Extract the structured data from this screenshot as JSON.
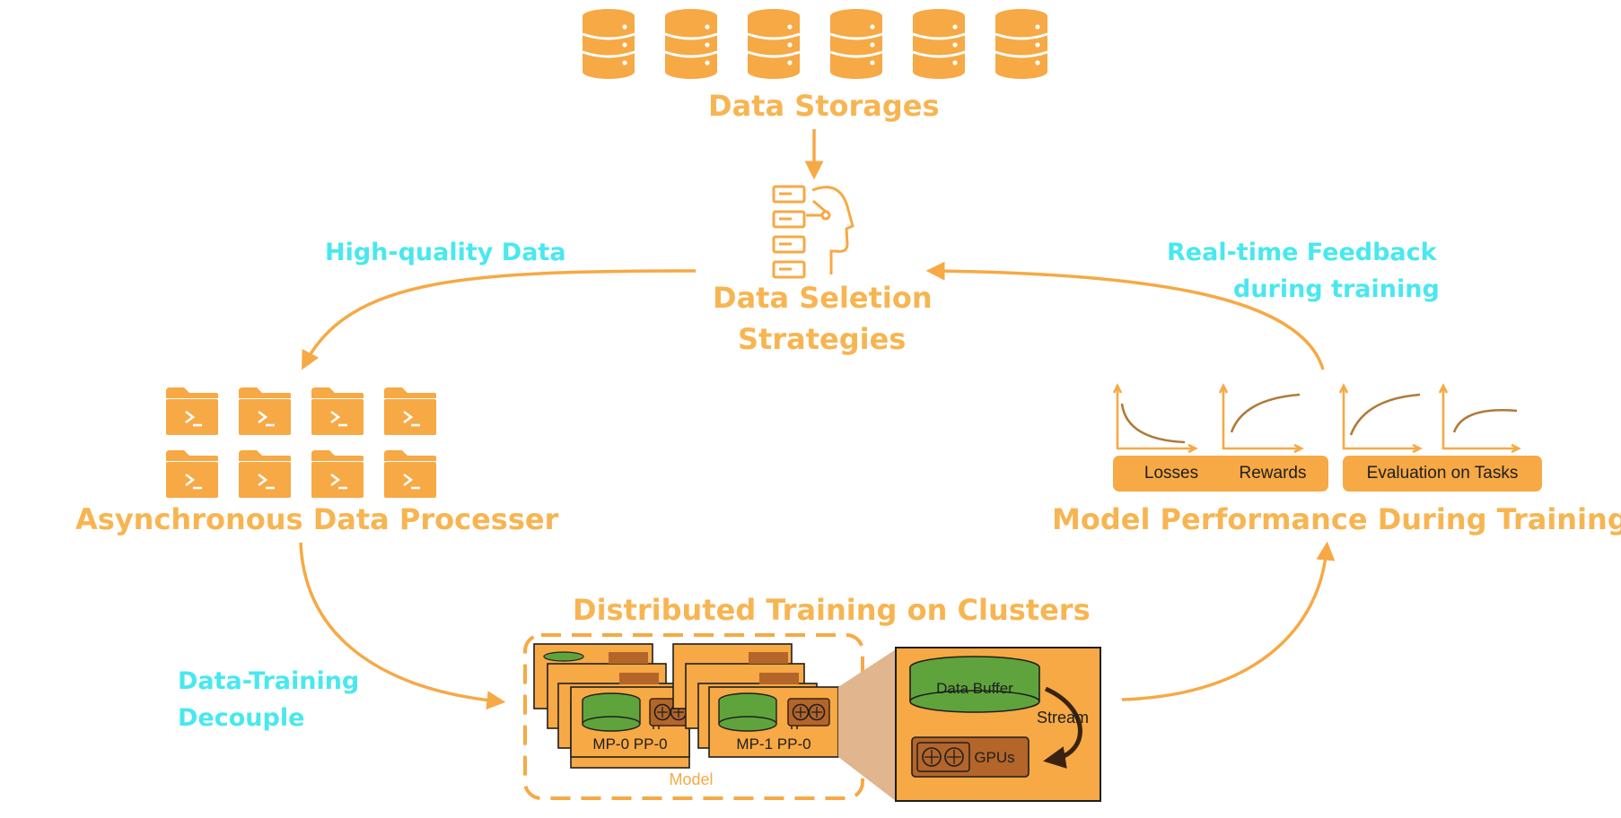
{
  "title": {
    "text": ""
  },
  "nodes": [
    {
      "id": "storage",
      "label": "Data Storages"
    },
    {
      "id": "selection",
      "label": "Data Seletion\nStrategies"
    },
    {
      "id": "processor",
      "label": "Asynchronous Data Processer"
    },
    {
      "id": "training",
      "label": "Distributed Training on Clusters"
    },
    {
      "id": "performance",
      "label": "Model Performance During Training"
    }
  ],
  "edges": [
    {
      "from": "storage",
      "to": "selection",
      "label": ""
    },
    {
      "from": "selection",
      "to": "processor",
      "label": "High-quality Data"
    },
    {
      "from": "processor",
      "to": "training",
      "label": "Data-Training\nDecouple"
    },
    {
      "from": "training",
      "to": "performance",
      "label": ""
    },
    {
      "from": "performance",
      "to": "selection",
      "label": "Real-time Feedback\nduring training"
    }
  ],
  "labels": {
    "data_storages": "Data Storages",
    "selection_line1": "Data Seletion",
    "selection_line2": "Strategies",
    "high_quality": "High-quality Data",
    "feedback_line1": "Real-time Feedback",
    "feedback_line2": "during training",
    "processor": "Asynchronous Data Processer",
    "performance": "Model Performance During Training",
    "decouple_line1": "Data-Training",
    "decouple_line2": "Decouple",
    "training": "Distributed Training on Clusters"
  },
  "metrics": {
    "losses": "Losses",
    "rewards": "Rewards",
    "evaluation": "Evaluation on Tasks"
  },
  "cluster": {
    "model_label": "Model",
    "node_0": "MP-0 PP-0",
    "node_1": "MP-1 PP-0",
    "data_buffer": "Data Buffer",
    "stream": "Stream",
    "gpus": "GPUs"
  },
  "icons": {
    "storage": "database-icon",
    "selection": "ai-head-icon",
    "processor": "terminal-folder-icon",
    "metrics": "curve-chart-icon",
    "gpu": "gpu-card-icon"
  },
  "colors": {
    "orange": "#f7b552",
    "orange_fill": "#f6a945",
    "cyan": "#49e8ef",
    "green": "#5fa33c",
    "brown": "#b4652a"
  }
}
